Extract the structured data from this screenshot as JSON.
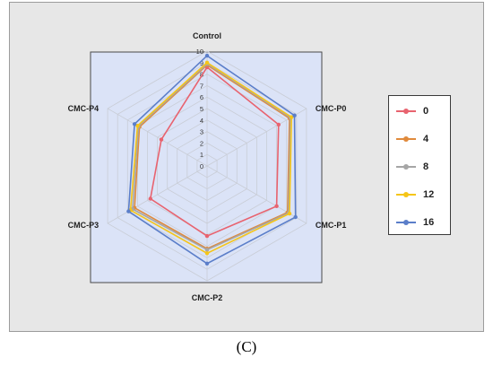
{
  "caption": "(C)",
  "colors": {
    "frame_bg": "#e7e7e7",
    "plot_bg": "#dbe3f7",
    "grid": "#c9cdd6"
  },
  "chart_data": {
    "type": "radar",
    "title": "",
    "axes": [
      "Control",
      "CMC-P0",
      "CMC-P1",
      "CMC-P2",
      "CMC-P3",
      "CMC-P4"
    ],
    "rlim": [
      0,
      10
    ],
    "ticks": [
      "0",
      "1",
      "2",
      "3",
      "4",
      "5",
      "6",
      "7",
      "8",
      "9",
      "10"
    ],
    "grid": true,
    "legend_position": "right",
    "series": [
      {
        "name": "0",
        "color": "#e8636f",
        "values": [
          8.6,
          7.2,
          7.0,
          6.1,
          5.7,
          4.6
        ]
      },
      {
        "name": "4",
        "color": "#e08a3c",
        "values": [
          8.8,
          8.3,
          8.1,
          7.2,
          7.3,
          6.8
        ]
      },
      {
        "name": "8",
        "color": "#a6a6a6",
        "values": [
          8.9,
          8.4,
          8.2,
          7.3,
          7.5,
          6.9
        ]
      },
      {
        "name": "12",
        "color": "#f5c518",
        "values": [
          9.0,
          8.5,
          8.3,
          7.6,
          7.7,
          7.0
        ]
      },
      {
        "name": "16",
        "color": "#5b7ec9",
        "values": [
          9.6,
          8.8,
          8.9,
          8.5,
          7.9,
          7.3
        ]
      }
    ]
  }
}
